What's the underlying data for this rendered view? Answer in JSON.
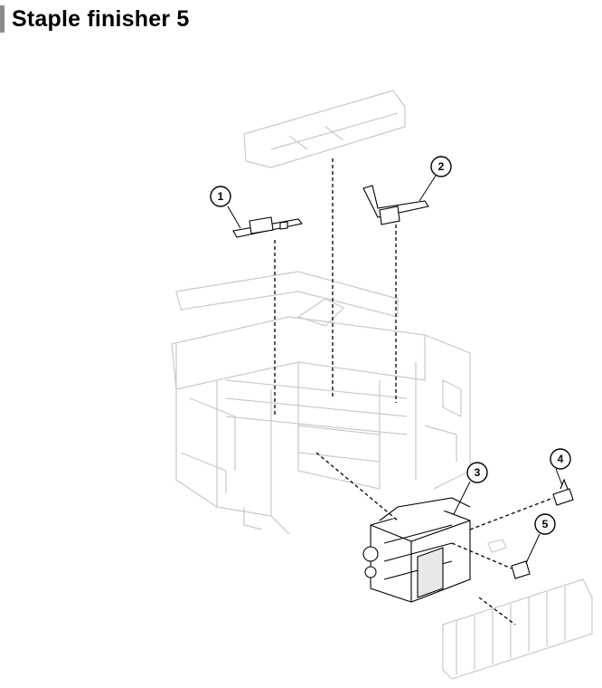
{
  "title": "Staple finisher 5",
  "callouts": [
    {
      "label": "1"
    },
    {
      "label": "2"
    },
    {
      "label": "3"
    },
    {
      "label": "4"
    },
    {
      "label": "5"
    }
  ],
  "colors": {
    "accent": "#8a8a8a",
    "line": "#000000",
    "ghost": "#c9c9c9"
  }
}
